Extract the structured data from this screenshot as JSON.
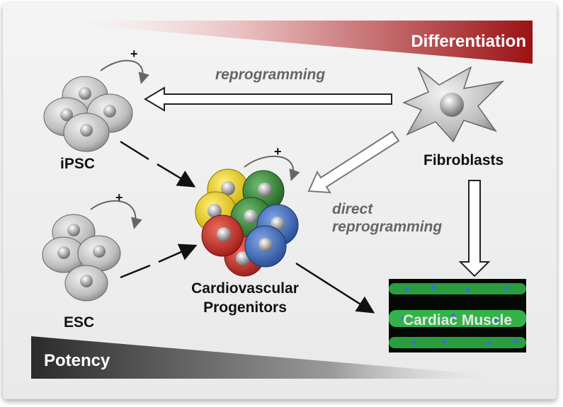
{
  "banners": {
    "differentiation": "Differentiation",
    "potency": "Potency"
  },
  "cells": {
    "ipsc": "iPSC",
    "esc": "ESC",
    "fibroblasts": "Fibroblasts",
    "progenitors_line1": "Cardiovascular",
    "progenitors_line2": "Progenitors",
    "cardiac_muscle": "Cardiac Muscle"
  },
  "arrows": {
    "reprogramming": "reprogramming",
    "direct_line1": "direct",
    "direct_line2": "reprogramming",
    "self_renewal_symbol": "+"
  },
  "colors": {
    "differentiation_banner": "#a01519",
    "potency_banner": "#333333",
    "progenitor_yellow": "#e8c800",
    "progenitor_green": "#2e7d32",
    "progenitor_red": "#c62828",
    "progenitor_blue": "#2f5fb5",
    "muscle_fiber": "#33b24a",
    "muscle_nucleus": "#3a6fd8"
  }
}
